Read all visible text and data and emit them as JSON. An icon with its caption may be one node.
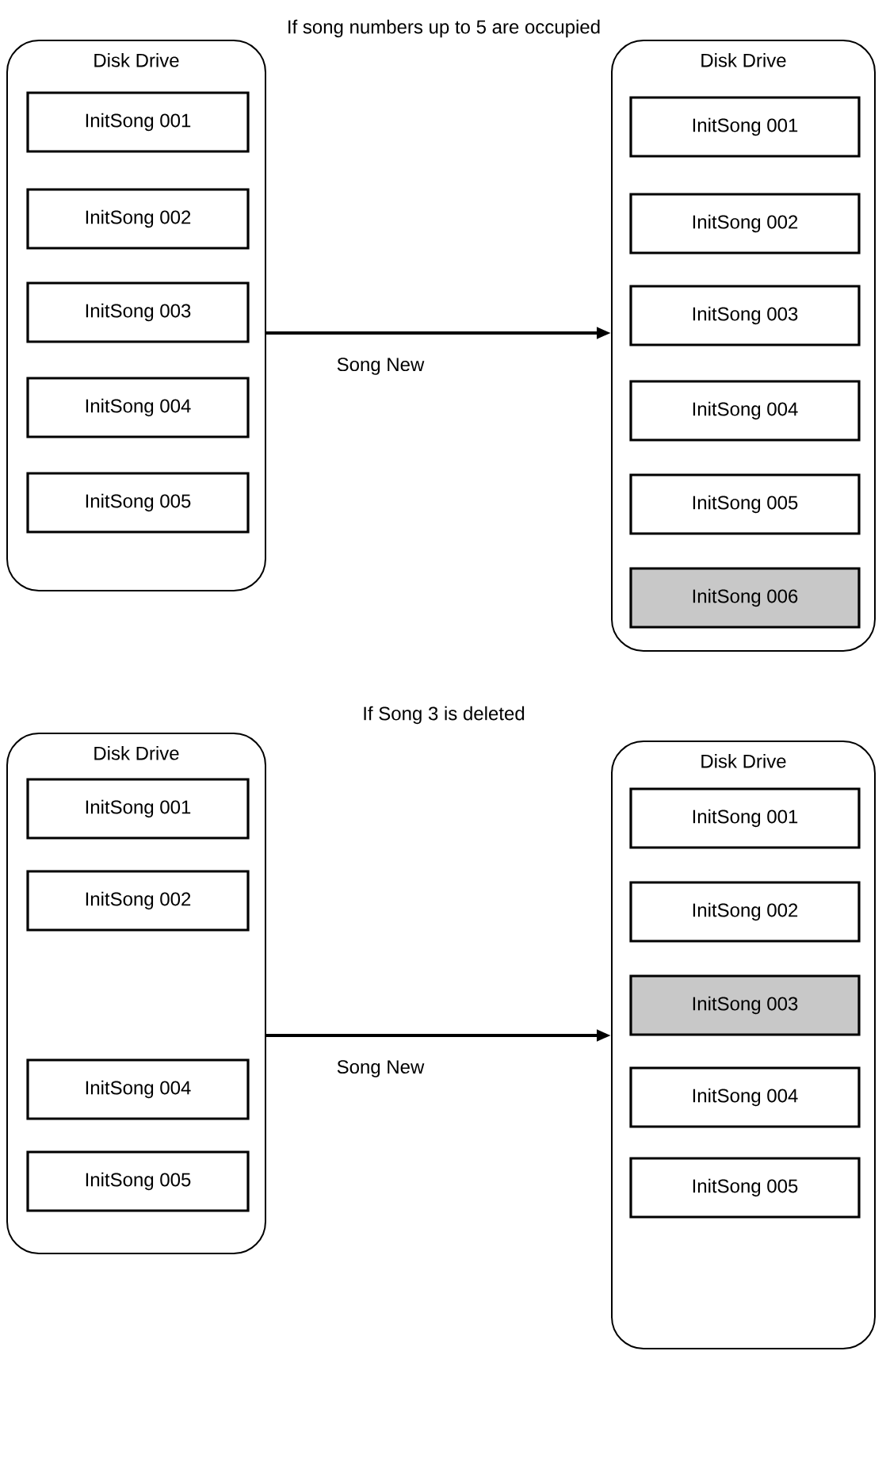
{
  "diagram": {
    "nodes": [
      {
        "text": [
          "Disk Drive"
        ]
      },
      {
        "text": [
          "InitSong 001"
        ],
        "in": 0
      },
      {
        "text": [
          "InitSong 002"
        ],
        "in": 0
      },
      {
        "text": [
          "InitSong 003"
        ],
        "in": 0
      },
      {
        "text": [
          "InitSong 004"
        ],
        "in": 0
      },
      {
        "text": [
          "InitSong 005"
        ],
        "in": 0
      },
      {
        "text": [
          "Disk Drive"
        ]
      },
      {
        "text": [
          "InitSong 001"
        ],
        "in": 6
      },
      {
        "text": [
          "InitSong 002"
        ],
        "in": 6
      },
      {
        "text": [
          "InitSong 003"
        ],
        "in": 6
      },
      {
        "text": [
          "InitSong 004"
        ],
        "in": 6
      },
      {
        "text": [
          "InitSong 005"
        ],
        "in": 6
      },
      {
        "text": [
          "InitSong 006"
        ],
        "in": 6
      },
      {
        "text": [
          "Disk Drive"
        ]
      },
      {
        "text": [
          "InitSong 001"
        ],
        "in": 13
      },
      {
        "text": [
          "InitSong 002"
        ],
        "in": 13
      },
      {
        "text": [
          "InitSong 004"
        ],
        "in": 13
      },
      {
        "text": [
          "InitSong 005"
        ],
        "in": 13
      },
      {
        "text": [
          "Disk Drive"
        ]
      },
      {
        "text": [
          "InitSong 001"
        ],
        "in": 18
      },
      {
        "text": [
          "InitSong 002"
        ],
        "in": 18
      },
      {
        "text": [
          "InitSong 003"
        ],
        "in": 18
      },
      {
        "text": [
          "InitSong 004"
        ],
        "in": 18
      },
      {
        "text": [
          "InitSong 005"
        ],
        "in": 18
      }
    ],
    "edges": [
      {
        "from": 0,
        "to": 6,
        "arrow": "to",
        "label": "Song New"
      },
      {
        "from": 13,
        "to": 18,
        "arrow": "to",
        "label": "Song New"
      }
    ],
    "labels": [
      "If song numbers up to 5 are occupied",
      "If Song 3 is deleted"
    ]
  }
}
